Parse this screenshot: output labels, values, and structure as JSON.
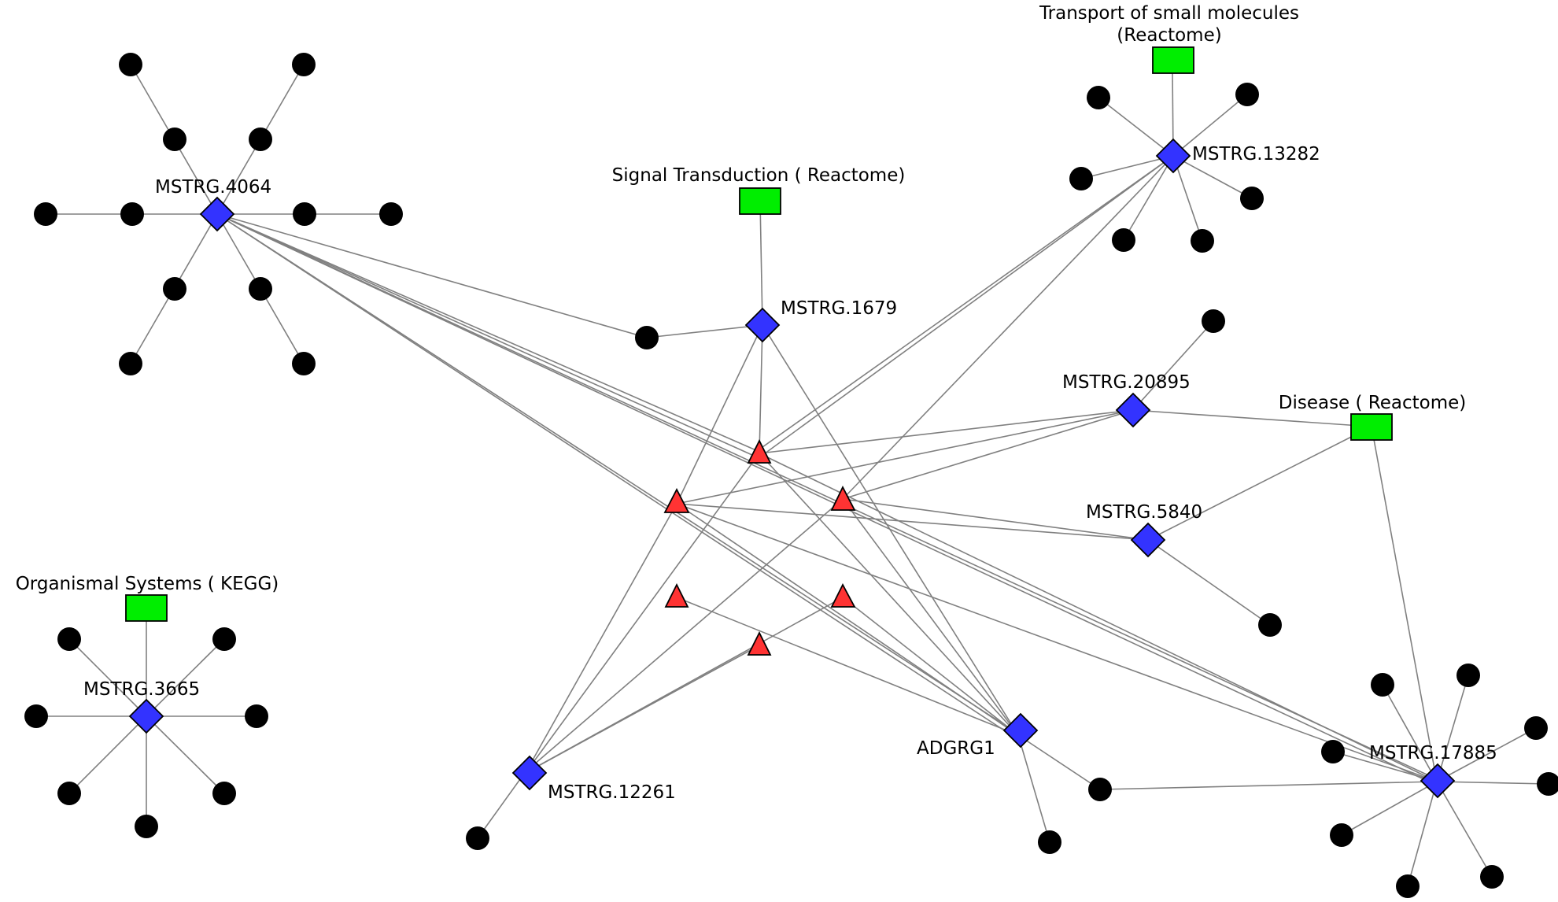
{
  "labels": {
    "mstrg4064": "MSTRG.4064",
    "mstrg1679": "MSTRG.1679",
    "mstrg13282": "MSTRG.13282",
    "mstrg20895": "MSTRG.20895",
    "mstrg5840": "MSTRG.5840",
    "mstrg3665": "MSTRG.3665",
    "mstrg12261": "MSTRG.12261",
    "adgrg1": "ADGRG1",
    "mstrg17885": "MSTRG.17885",
    "signal_transduction": "Signal Transduction ( Reactome)",
    "transport_line1": "Transport of small molecules",
    "transport_line2": "(Reactome)",
    "disease": "Disease ( Reactome)",
    "organismal": "Organismal Systems ( KEGG)"
  },
  "colors": {
    "gene_node": "#3333ff",
    "mirna_node": "#ff3333",
    "pathway_node": "#00ee00",
    "leaf_node": "#000000",
    "edge": "#808080"
  }
}
